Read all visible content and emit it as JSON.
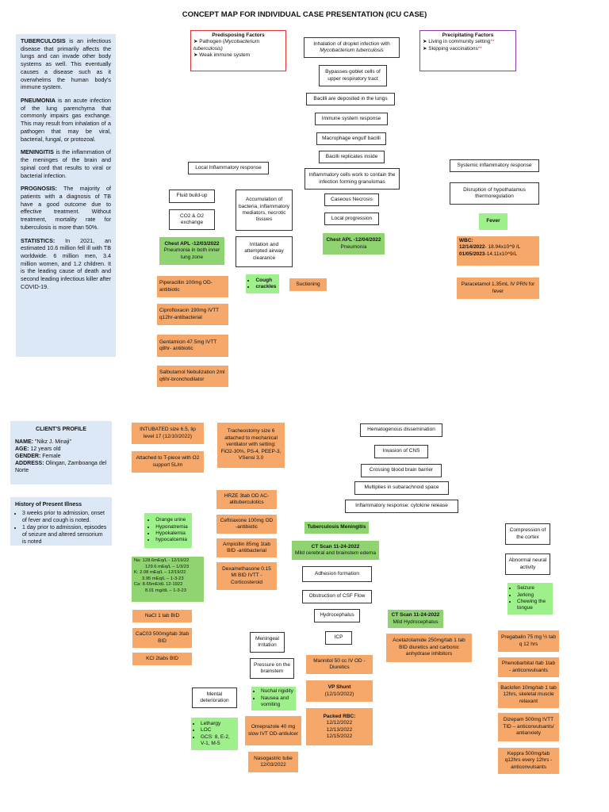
{
  "title": "CONCEPT MAP FOR INDIVIDUAL CASE PRESENTATION (ICU CASE)",
  "definitions": [
    {
      "term": "TUBERCULOSIS",
      "text": " is an infectious disease that primarily affects the lungs and can invade other body systems as well. This eventually causes a disease such as it overwhelms the human body's immune system."
    },
    {
      "term": "PNEUMONIA",
      "text": " is an acute infection of the lung parenchyma that commonly impairs gas exchange. This may result from inhalation of a pathogen that may be viral, bacterial, fungal, or protozoal."
    },
    {
      "term": "MENINGITIS",
      "text": " is the inflammation of the meninges of the brain and spinal cord that results to viral or bacterial infection."
    },
    {
      "term": "PROGNOSIS:",
      "text": " The majority of patients with a diagnosis of TB have a good outcome due to effective treatment. Without treatment, mortality rate for tuberculosis is more than 50%."
    },
    {
      "term": "STATISTICS:",
      "text": " In 2021, an estimated 10.6 million fell ill with TB worldwide. 6 million men, 3.4 million women, and 1.2 children. It is the leading cause of death and second leading infectious killer after COVID-19."
    }
  ],
  "predisposing": {
    "title": "Predisposing Factors",
    "item1_a": "Pathogen (",
    "item1_b": "Mycobacterium tuberculosis)",
    "item2": "Weak immune system"
  },
  "precipitating": {
    "title": "Precipitating Factors",
    "item1": "Living in community setting",
    "item2": "Skipping vaccinations",
    "mark": "**"
  },
  "flow": {
    "inhalation_a": "Inhalation of droplet infection with",
    "inhalation_b": "Mycobacterium tuberculosis",
    "goblet": "Bypasses goblet cells of upper respiratory tract",
    "deposited": "Bacilli are deposited in the lungs",
    "immune": "Immune system response",
    "macrophage": "Macrophage engulf bacilli",
    "replicates": "Bacilli replicates inside",
    "granulomas": "Inflammatory cells work to contain the infection forming granulomas",
    "caseous": "Caseous Necrosis",
    "local_prog": "Local progression",
    "chest2_title": "Chest APL -12/04/2022",
    "chest2_text": "Pneumonia"
  },
  "local": {
    "title": "Local Inflammatory response",
    "fluid": "Fluid build-up",
    "co2": "CO2 & O2 exchange",
    "accum": "Accumulation of bacteria, inflammatory mediators, necrotic tissues",
    "irritation": "Irritation and attempted airway clearance",
    "chest1_title": "Chest APL -12/03/2022",
    "chest1_text": "Pneumonia in both inner lung zone",
    "cough": "Cough",
    "crackles": "crackles",
    "suctioning": "Suctioning",
    "pip": "Piperacillin 100mg OD-antibiotic",
    "cipro": "Ciprofloxacin 190mg IVTT q12hr-antibacterial",
    "genta": "Gentamicin 47.5mg IVTT q8hr- antibiotic",
    "salbu": "Salbutamol Nebulization 2ml q6hr-bronchodilator"
  },
  "systemic": {
    "title": "Systemic inflammatory response",
    "hypo": "Disruption of hypothalamus thermoregulation",
    "fever": "Fever",
    "wbc_title": "WBC:",
    "wbc1_date": "12/14/2022",
    "wbc1_val": "- 18.94x10^9 /L",
    "wbc2_date": "01/05/2023",
    "wbc2_val": "-14.11x10^9/L",
    "para": "Paracetamol 1.35mL IV PRN for fever"
  },
  "client": {
    "title": "CLIENT'S PROFILE",
    "name_label": "NAME:",
    "name": " \"Nikz J. Minaji\"",
    "age_label": "AGE:",
    "age": " 12 years old",
    "gender_label": "GENDER:",
    "gender": " Female",
    "address_label": "ADDRESS:",
    "address": " Olingan, Zamboanga del Norte"
  },
  "history": {
    "title": "History of Present Illness",
    "item1": "3 weeks prior to admission, onset of fever and cough is noted.",
    "item2": "1 day prior to admission, episodes of seizure and altered sensorium is noted"
  },
  "lab_signs": [
    "Orange urine",
    "Hyponatremia",
    "Hypokalemia",
    "hypocalcemia"
  ],
  "electrolytes": {
    "na": "Na: 128.6mEq/L - 12/19/22",
    "na2": "129.6 mEq/L – 1/3/23",
    "k": "K: 2.08 mEq/L – 12/19/22",
    "k2": "3.95 mEq/L – 1-3-23",
    "ca": "Ca: 8.65mE/dL 12-1922",
    "ca2": "8.01 mg/dL – 1-3-23"
  },
  "electrolyte_meds": [
    "NaCl 1 tab BID",
    "CaC03 500mg/tab 3tab BID",
    "KCl 2tabs BID"
  ],
  "airway": {
    "intubated": "INTUBATED size 6.5, lip level 17 (12/10/2022)",
    "tpiece": "Attached to T-piece with O2 support 5L/m",
    "trach": "Tracheostomy size 6 attached to mechanical ventilator with setting: FiO2-30%, PS-4, PEEP-3, VSensi 3.0"
  },
  "tb_meds": [
    "HRZE 3tab OD AC-atituberculotics",
    "Ceftriaxone 100mg OD -antibiotic",
    "Ampicillin 85mg 1tab BID -antibacterial",
    "Dexamethasone 0.15 Ml BID IVTT - Corticosteroid"
  ],
  "cns": {
    "hemat": "Hematogenous dissemination",
    "invasion": "Invasion of CNS",
    "bbb": "Crossing blood brain barrier",
    "multiply": "Multiplies in subarachnoid space",
    "inflam": "Inflammatory response: cytokine release",
    "tbm": "Tuberculosis Meningitis",
    "ct1_title": "CT Scan 11-24-2022",
    "ct1_text": "Mild cerebral and brainstem edema",
    "adhesion": "Adhesion formation",
    "obstruction": "Obstruction of CSF Flow",
    "hydro": "Hydrocephalus",
    "ct2_title": "CT Scan 11-24-2022",
    "ct2_text": "Mild Hydrocephalus",
    "acetaz": "Acetazolamide 250mg/tab 1 tab BID diuretics and carbonic anhydrase inhibitors",
    "icp": "ICP",
    "mannitol": "Mannitol 50 cc IV OD - Diuretics",
    "vp_title": "VP Shunt",
    "vp_date": "(12/10/2022)",
    "packed_title": "Packed RBC:",
    "packed_dates": [
      "12/12/2022",
      "12/13/2022",
      "12/15/2022"
    ],
    "meningeal": "Meningeal Irritation",
    "pressure": "Pressure on the brainstem",
    "ms_signs": [
      "Nuchal rigidity",
      "Nausea and vomiting"
    ],
    "omep": "Omeprazole 40 mg slow IVT OD-antiulcer",
    "ngt": "Nasogastric tube 12/03/2022",
    "mental": "Mental deterioration",
    "mental_signs": [
      "Lethargy",
      "LOC",
      "GCS: 8, E-2, V-1, M-5"
    ]
  },
  "cortex": {
    "compression": "Compression of the cortex",
    "abnormal": "Abnormal neural activity",
    "signs": [
      "Seizure",
      "Jerking",
      "Chewing the tongue"
    ],
    "meds": [
      "Pregabalin 75 mg ½ tab q 12 hrs",
      "Phenobarbital /tab 1tab - anticonvulsants",
      "Baclofen 10mg/tab 1 tab 12hrs, skeletal muscle relaxant",
      "Dizepam 500mg IVTT TID – anticonvulsants/ antianxiety",
      "Keppra 500mg/tab q12hrs every 12hrs - anticonvulsants"
    ]
  }
}
